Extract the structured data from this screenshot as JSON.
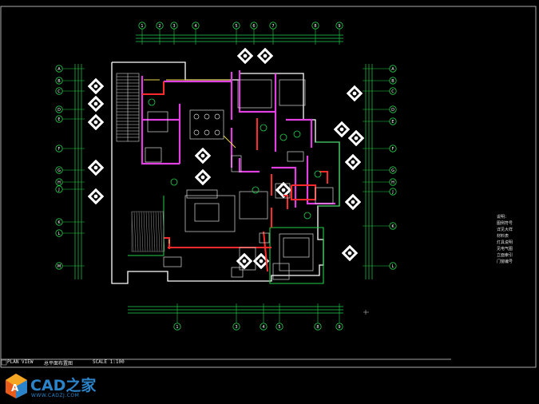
{
  "title_block": {
    "view_label": "PLAN VIEW",
    "drawing_name": "总平面布置图",
    "scale_text": "SCALE 1:100"
  },
  "legend_notes": [
    "说明：",
    "图例符号",
    "详见大样",
    "材料表",
    "灯具说明",
    "见电气图",
    "立面索引",
    "门窗编号"
  ],
  "grid_axes": {
    "top": [
      "1",
      "2",
      "3",
      "4",
      "5",
      "6",
      "7",
      "8",
      "9"
    ],
    "bottom": [
      "1",
      "3",
      "4",
      "5",
      "8",
      "9"
    ],
    "left": [
      "A",
      "B",
      "C",
      "D",
      "E",
      "F",
      "G",
      "H",
      "J",
      "K",
      "L",
      "M"
    ],
    "right": [
      "A",
      "B",
      "C",
      "D",
      "E",
      "F",
      "G",
      "H",
      "J",
      "K",
      "L"
    ]
  },
  "watermark": {
    "brand": "CAD之家",
    "url": "WWW.CADZJ.COM",
    "accent_color": "#2b84c9"
  },
  "colors": {
    "background": "#000000",
    "dimension_green": "#22d14a",
    "wall_magenta": "#e040e0",
    "wall_red": "#ff2a2a",
    "furniture_white": "#d8d8d8",
    "yellow_line": "#e6d94a"
  }
}
